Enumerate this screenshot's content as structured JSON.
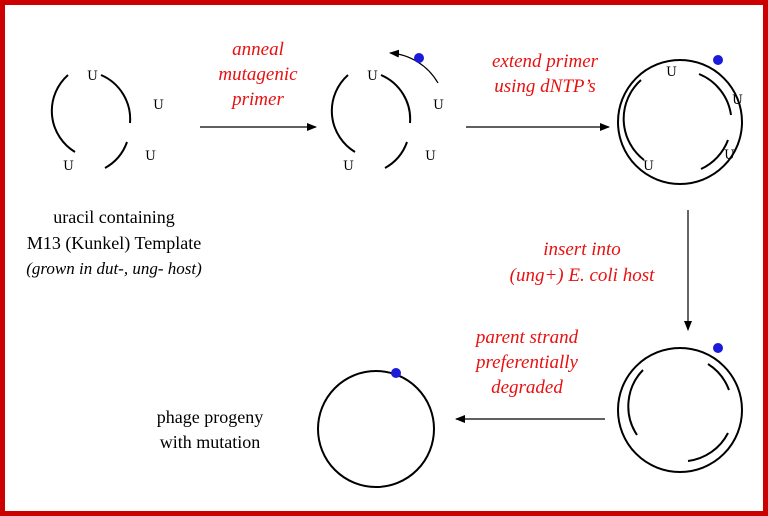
{
  "uracil_label": "U",
  "colors": {
    "frame": "#cc0000",
    "step_text": "#e81010",
    "mutation_dot": "#1a1adb",
    "line": "#000000"
  },
  "steps": {
    "anneal": [
      "anneal",
      "mutagenic",
      "primer"
    ],
    "extend": [
      "extend primer",
      "using dNTP’s"
    ],
    "insert": [
      "insert into",
      "(ung+) E. coli host"
    ],
    "degrade": [
      "parent strand",
      "preferentially",
      "degraded"
    ]
  },
  "captions": {
    "template": {
      "line1": "uracil containing",
      "line2": "M13 (Kunkel) Template",
      "line3": "(grown in dut-, ung- host)"
    },
    "progeny": {
      "line1": "phage progeny",
      "line2": "with mutation"
    }
  }
}
